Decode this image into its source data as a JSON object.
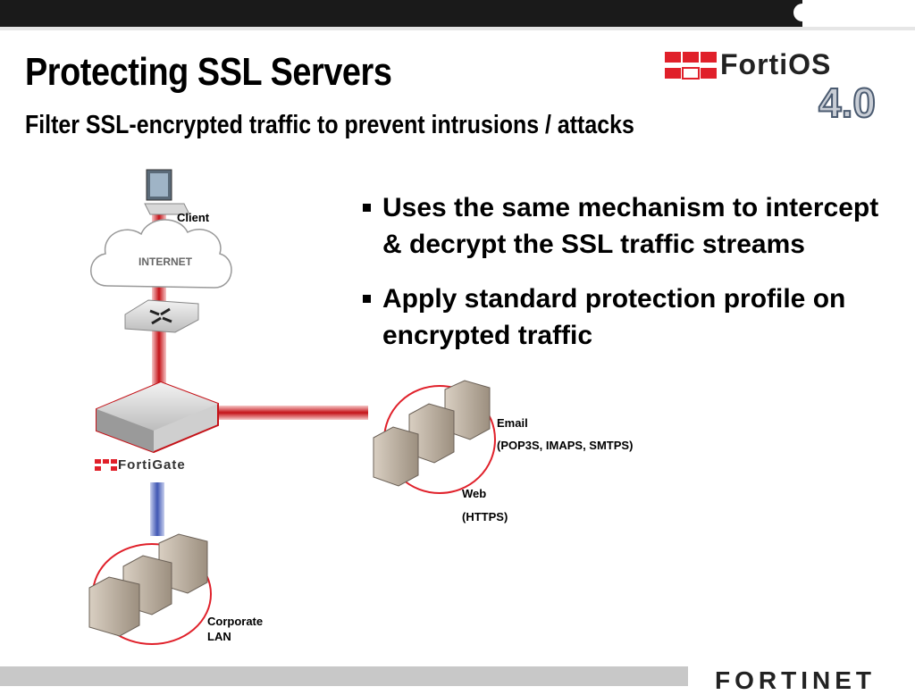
{
  "slide": {
    "title": "Protecting SSL Servers",
    "subtitle": "Filter SSL-encrypted traffic to prevent intrusions / attacks"
  },
  "bullets": [
    "Uses the same mechanism to intercept & decrypt the SSL traffic streams",
    "Apply standard protection profile on encrypted traffic"
  ],
  "diagram": {
    "client_label": "Client",
    "internet_label": "INTERNET",
    "fortigate_logo": "FortiGate",
    "email_label": "Email",
    "email_protocols": "(POP3S, IMAPS, SMTPS)",
    "web_label": "Web",
    "web_protocols": "(HTTPS)",
    "corporate_label_line1": "Corporate",
    "corporate_label_line2": "LAN"
  },
  "brand": {
    "fortios_logo": "FortiOS",
    "fortios_version": "4.0",
    "fortinet_logo": "FORTINET",
    "accent_red": "#e0202a",
    "link_red": "#c41218",
    "lan_blue": "#3f56b3"
  }
}
